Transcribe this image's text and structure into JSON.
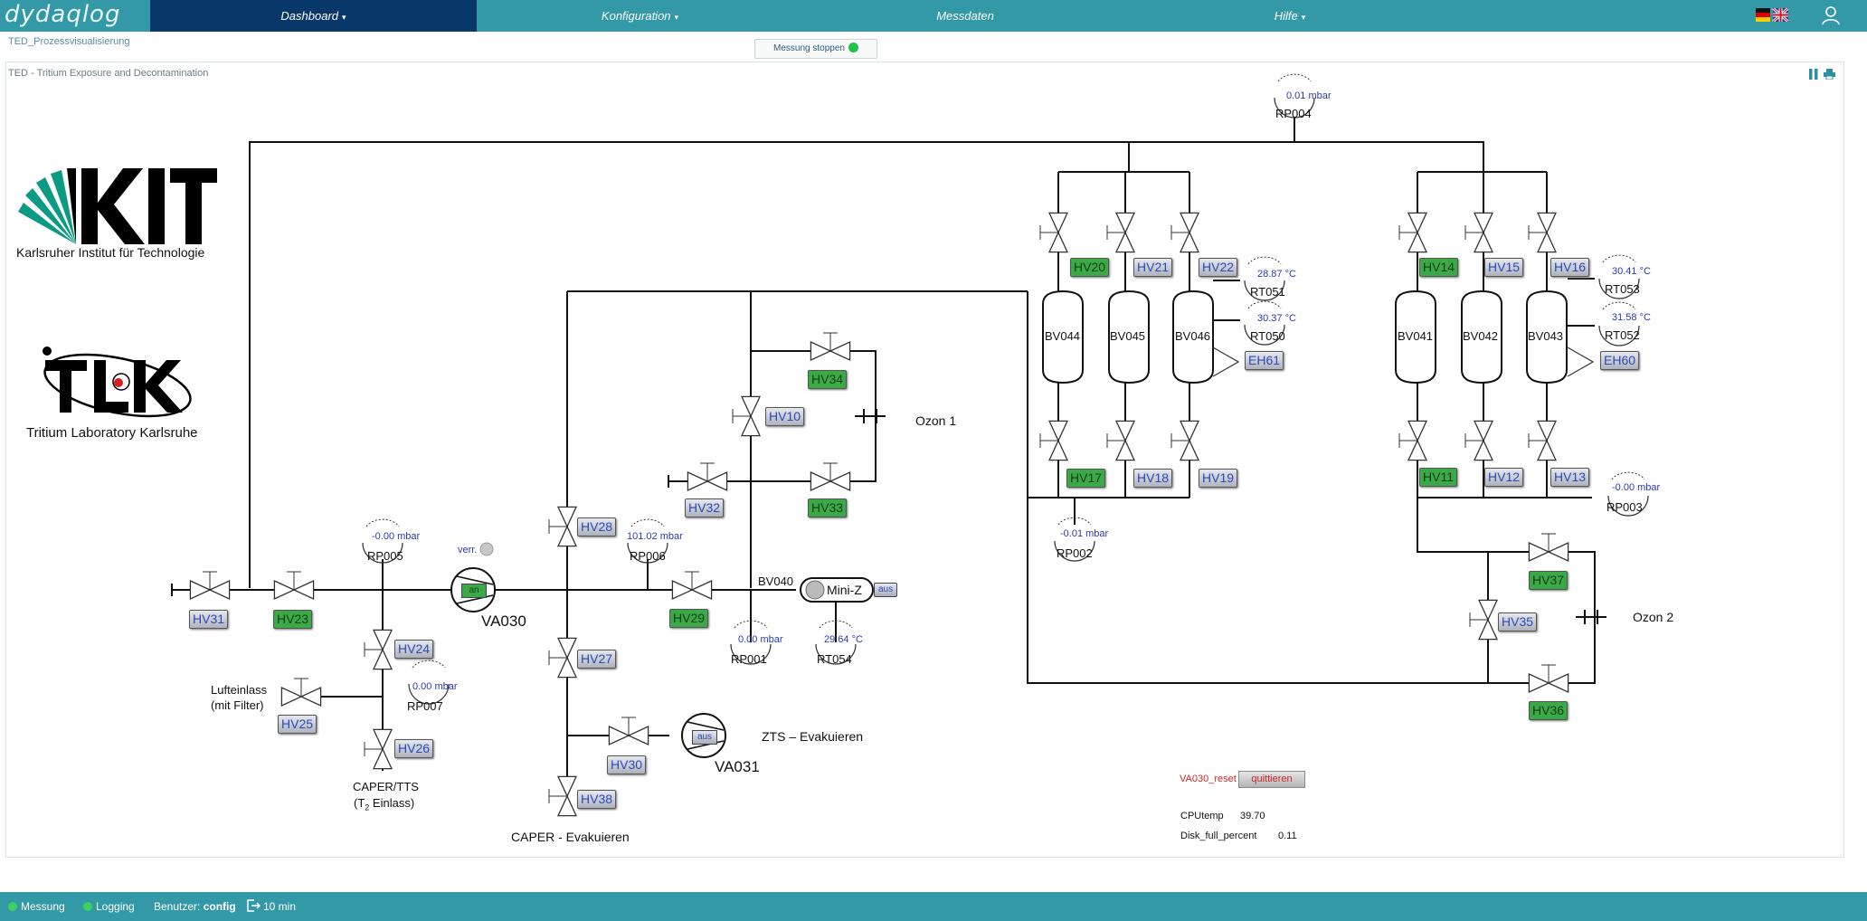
{
  "app": {
    "logo": "dydaqlog",
    "nav": {
      "dashboard": "Dashboard",
      "konfiguration": "Konfiguration",
      "messdaten": "Messdaten",
      "hilfe": "Hilfe"
    },
    "breadcrumb": "TED_Prozessvisualisierung",
    "stop_button": "Messung stoppen",
    "panel_title": "TED - Tritium Exposure and Decontamination",
    "colors": {
      "bar": "#3399a6",
      "active_nav": "#08386a",
      "valve_open": "#3ca948",
      "status_led": "#22c24a"
    }
  },
  "logos": {
    "kit_caption": "Karlsruher Institut für Technologie",
    "tlk_caption": "Tritium Laboratory Karlsruhe"
  },
  "valves": {
    "HV10": {
      "label": "HV10",
      "state": "closed"
    },
    "HV11": {
      "label": "HV11",
      "state": "open"
    },
    "HV12": {
      "label": "HV12",
      "state": "closed"
    },
    "HV13": {
      "label": "HV13",
      "state": "closed"
    },
    "HV14": {
      "label": "HV14",
      "state": "open"
    },
    "HV15": {
      "label": "HV15",
      "state": "closed"
    },
    "HV16": {
      "label": "HV16",
      "state": "closed"
    },
    "HV17": {
      "label": "HV17",
      "state": "open"
    },
    "HV18": {
      "label": "HV18",
      "state": "closed"
    },
    "HV19": {
      "label": "HV19",
      "state": "closed"
    },
    "HV20": {
      "label": "HV20",
      "state": "open"
    },
    "HV21": {
      "label": "HV21",
      "state": "closed"
    },
    "HV22": {
      "label": "HV22",
      "state": "closed"
    },
    "HV23": {
      "label": "HV23",
      "state": "open"
    },
    "HV24": {
      "label": "HV24",
      "state": "closed"
    },
    "HV25": {
      "label": "HV25",
      "state": "closed"
    },
    "HV26": {
      "label": "HV26",
      "state": "closed"
    },
    "HV27": {
      "label": "HV27",
      "state": "closed"
    },
    "HV28": {
      "label": "HV28",
      "state": "closed"
    },
    "HV29": {
      "label": "HV29",
      "state": "open"
    },
    "HV30": {
      "label": "HV30",
      "state": "closed"
    },
    "HV31": {
      "label": "HV31",
      "state": "closed"
    },
    "HV32": {
      "label": "HV32",
      "state": "closed"
    },
    "HV33": {
      "label": "HV33",
      "state": "open"
    },
    "HV34": {
      "label": "HV34",
      "state": "open"
    },
    "HV35": {
      "label": "HV35",
      "state": "closed"
    },
    "HV36": {
      "label": "HV36",
      "state": "open"
    },
    "HV37": {
      "label": "HV37",
      "state": "open"
    },
    "HV38": {
      "label": "HV38",
      "state": "closed"
    }
  },
  "heaters": {
    "EH60": "EH60",
    "EH61": "EH61"
  },
  "sensors": {
    "RP001": {
      "name": "RP001",
      "value": "0.00 mbar"
    },
    "RP002": {
      "name": "RP002",
      "value": "-0.01 mbar"
    },
    "RP003": {
      "name": "RP003",
      "value": "-0.00 mbar"
    },
    "RP004": {
      "name": "RP004",
      "value": "0.01 mbar"
    },
    "RP005": {
      "name": "RP005",
      "value": "-0.00 mbar"
    },
    "RP006": {
      "name": "RP006",
      "value": "101.02 mbar"
    },
    "RP007": {
      "name": "RP007",
      "value": "0.00 mbar"
    },
    "RT050": {
      "name": "RT050",
      "value": "30.37 °C"
    },
    "RT051": {
      "name": "RT051",
      "value": "28.87 °C"
    },
    "RT052": {
      "name": "RT052",
      "value": "31.58 °C"
    },
    "RT053": {
      "name": "RT053",
      "value": "30.41 °C"
    },
    "RT054": {
      "name": "RT054",
      "value": "29.64 °C"
    }
  },
  "vessels": [
    "BV041",
    "BV042",
    "BV043",
    "BV044",
    "BV045",
    "BV046"
  ],
  "labels": {
    "bv040": "BV040",
    "miniz": "Mini-Z",
    "miniz_btn": "aus",
    "va030": "VA030",
    "va030_btn": "an",
    "va030_lock": "verr.",
    "va031": "VA031",
    "va031_btn": "aus",
    "ozon1": "Ozon 1",
    "ozon2": "Ozon 2",
    "zts": "ZTS – Evakuieren",
    "caper_evak": "CAPER - Evakuieren",
    "luft1": "Lufteinlass",
    "luft2": "(mit Filter)",
    "caper_tts": "CAPER/TTS",
    "t2_pre": "(T",
    "t2_sub": "2",
    "t2_post": " Einlass)"
  },
  "status": {
    "va030_reset_label": "VA030_reset",
    "quit_button": "quittieren",
    "cpu_label": "CPUtemp",
    "cpu_value": "39.70",
    "disk_label": "Disk_full_percent",
    "disk_value": "0.11"
  },
  "footer": {
    "messung": "Messung",
    "logging": "Logging",
    "benutzer_label": "Benutzer:",
    "benutzer_value": "config",
    "timeout": "10 min"
  }
}
